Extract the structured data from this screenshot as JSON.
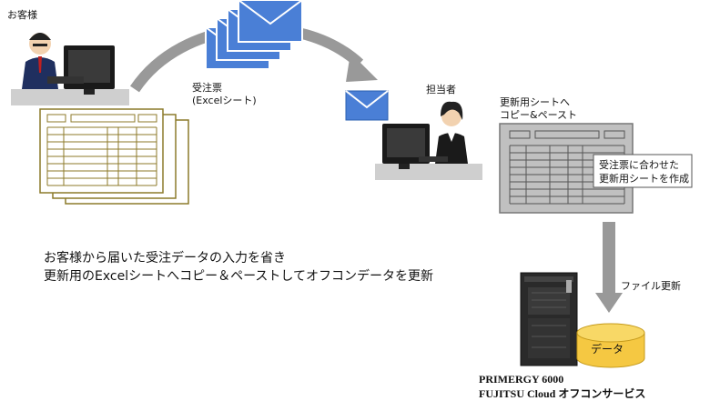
{
  "labels": {
    "customer": "お客様",
    "order_form_line1": "受注票",
    "order_form_line2": "(Excelシート)",
    "staff": "担当者",
    "copy_paste_line1": "更新用シートへ",
    "copy_paste_line2": "コピー&ペースト",
    "callout_line1": "受注票に合わせた",
    "callout_line2": "更新用シートを作成",
    "file_update": "ファイル更新",
    "data": "データ"
  },
  "description": {
    "line1": "お客様から届いた受注データの入力を省き",
    "line2": "更新用のExcelシートへコピー＆ペーストしてオフコンデータを更新"
  },
  "server": {
    "line1": "PRIMERGY 6000",
    "line2": "FUJITSU Cloud オフコンサービス"
  },
  "colors": {
    "envelope": "#4a7fd6",
    "arrow_gray": "#999999",
    "order_form_border": "#8c7a2a",
    "sheet_gray": "#c0c0c0",
    "data_cylinder": "#f5c842"
  }
}
